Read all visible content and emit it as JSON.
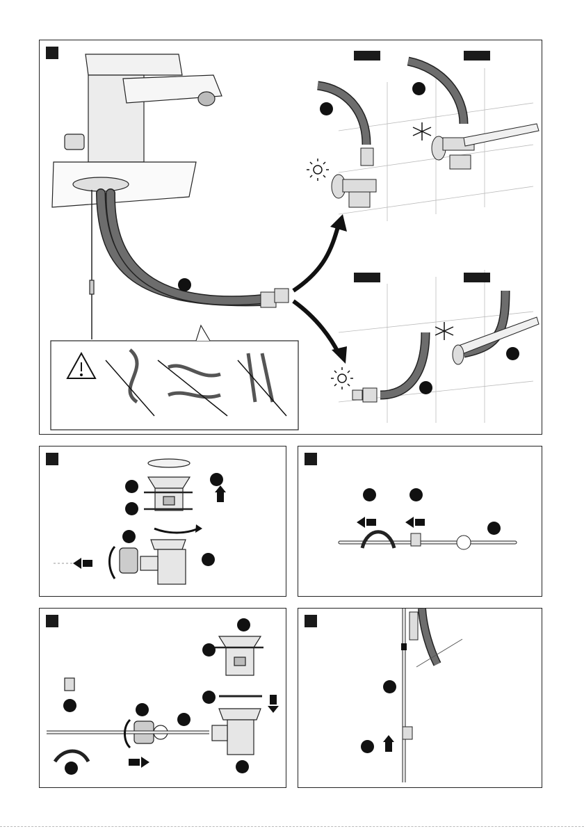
{
  "document": {
    "type": "installation-instructions",
    "panels": [
      {
        "id": "hose-connection",
        "badge": "",
        "tags": [
          "",
          "",
          "",
          ""
        ]
      },
      {
        "id": "waste-disassembly",
        "badge": ""
      },
      {
        "id": "rod-parts",
        "badge": ""
      },
      {
        "id": "waste-assembly",
        "badge": ""
      },
      {
        "id": "rod-connection",
        "badge": ""
      }
    ],
    "icons": {
      "warning": "warning-triangle-icon",
      "hot": "sun-icon",
      "cold": "snowflake-icon"
    },
    "colors": {
      "ink": "#1a1a1a",
      "hose": "#6d6d6d",
      "metal": "#d9d9d9"
    }
  }
}
